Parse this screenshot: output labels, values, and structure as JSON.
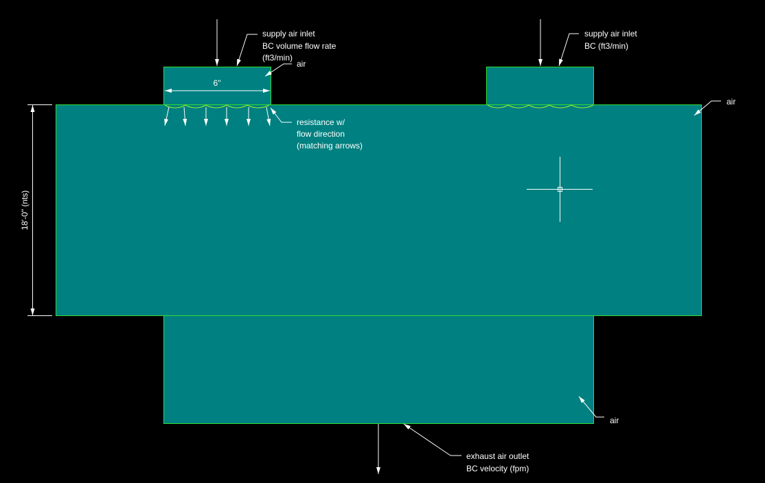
{
  "colors": {
    "background": "#000000",
    "region_fill": "#008080",
    "region_outline": "#33dd33",
    "annotation": "#ffffff"
  },
  "labels": {
    "supply_left": [
      "supply air inlet",
      "BC volume flow rate",
      "(ft3/min)"
    ],
    "air_left": "air",
    "width_dim": "6\"",
    "resistance": [
      "resistance w/",
      "flow direction",
      "(matching arrows)"
    ],
    "supply_right": [
      "supply air inlet",
      "BC (ft3/min)"
    ],
    "air_right": "air",
    "height_dim": "18'-0\" (nts)",
    "air_bottom": "air",
    "exhaust": [
      "exhaust air outlet",
      "BC velocity (fpm)"
    ]
  }
}
